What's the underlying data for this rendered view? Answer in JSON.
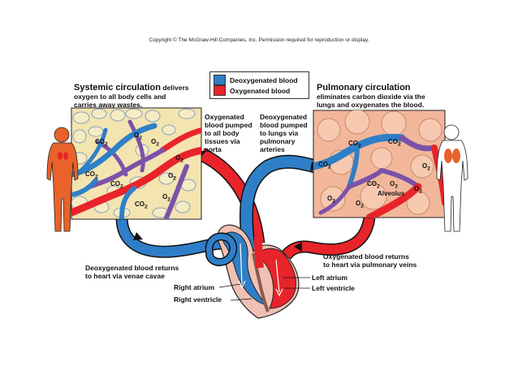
{
  "copyright": "Copyright © The McGraw-Hill Companies, Inc. Permission required for reproduction or display.",
  "legend": {
    "items": [
      {
        "label": "Deoxygenated blood",
        "color": "#2f7fc8"
      },
      {
        "label": "Oxygenated blood",
        "color": "#e8242a"
      }
    ]
  },
  "systemic": {
    "title": "Systemic circulation",
    "description_lines": [
      " delivers",
      "oxygen to all body cells and",
      "carries away wastes."
    ]
  },
  "pulmonary": {
    "title": "Pulmonary circulation",
    "description_lines": [
      "eliminates carbon dioxide via the",
      "lungs and oxygenates the blood."
    ]
  },
  "labels": {
    "oxygenated_pumped": [
      "Oxygenated",
      "blood pumped",
      "to all body",
      "tissues via",
      "aorta"
    ],
    "deoxygenated_pumped": [
      "Deoxygenated",
      "blood pumped",
      "to lungs via",
      "pulmonary",
      "arteries"
    ],
    "deoxy_returns": [
      "Deoxygenated blood returns",
      "to heart via venae cavae"
    ],
    "oxy_returns": [
      "Oxygenated blood returns",
      "to heart via pulmonary veins"
    ],
    "right_atrium": "Right atrium",
    "right_ventricle": "Right ventricle",
    "left_atrium": "Left atrium",
    "left_ventricle": "Left ventricle",
    "alveolus": "Alveolus"
  },
  "molecules": {
    "o2": "O",
    "co2": "CO",
    "sub2": "2"
  },
  "colors": {
    "deoxygenated": "#2f7fc8",
    "oxygenated": "#e8242a",
    "capillary": "#7b52a8",
    "body_figure": "#e8622a",
    "tissue_cell": "#f3e4b0",
    "lung_tissue": "#f2b79a"
  }
}
